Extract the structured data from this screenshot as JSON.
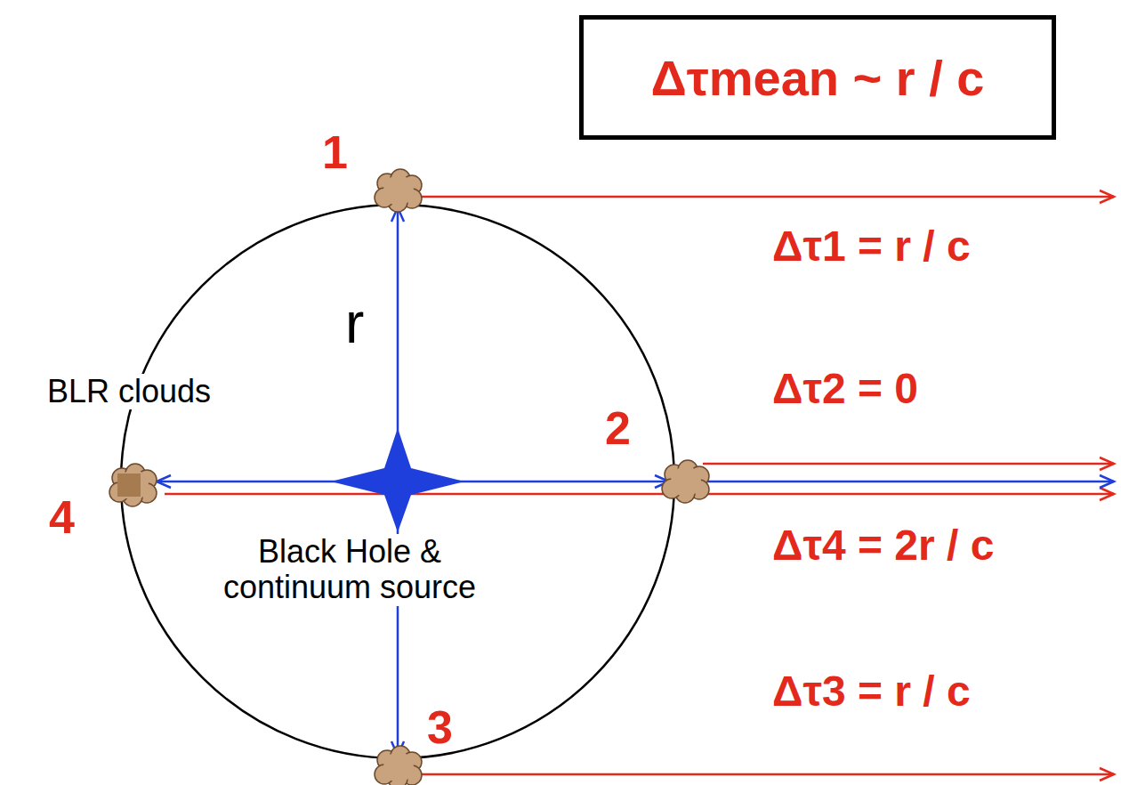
{
  "diagram": {
    "nodes": [
      {
        "text": [
          "Δτmean ~ r / c"
        ]
      }
    ],
    "labels": [
      "1",
      "r",
      "BLR clouds",
      "2",
      "4",
      "Black Hole & continuum source",
      "3",
      "Δτ1 = r / c",
      "Δτ2 = 0",
      "Δτ4 = 2r / c",
      "Δτ3 = r / c"
    ]
  }
}
